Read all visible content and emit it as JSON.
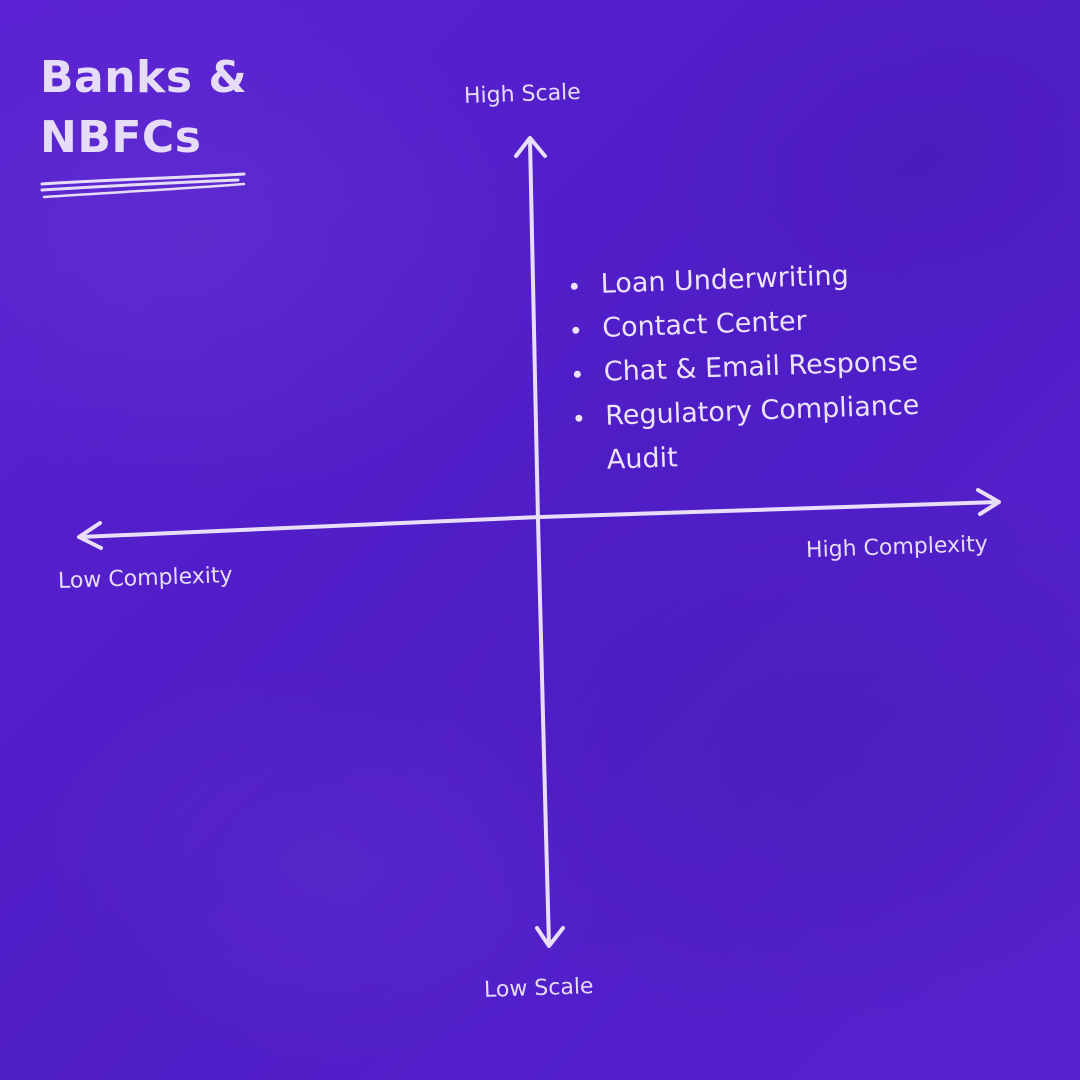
{
  "title": {
    "line1": "Banks &",
    "line2": "NBFCs"
  },
  "axes": {
    "top": "High Scale",
    "bottom": "Low Scale",
    "left": "Low Complexity",
    "right": "High Complexity"
  },
  "quadrant_items": [
    {
      "line1": "Loan Underwriting"
    },
    {
      "line1": "Contact Center"
    },
    {
      "line1": "Chat & Email Response"
    },
    {
      "line1": "Regulatory Compliance",
      "line2": "Audit"
    }
  ],
  "colors": {
    "background": "#5420cc",
    "ink": "#e9defa"
  }
}
